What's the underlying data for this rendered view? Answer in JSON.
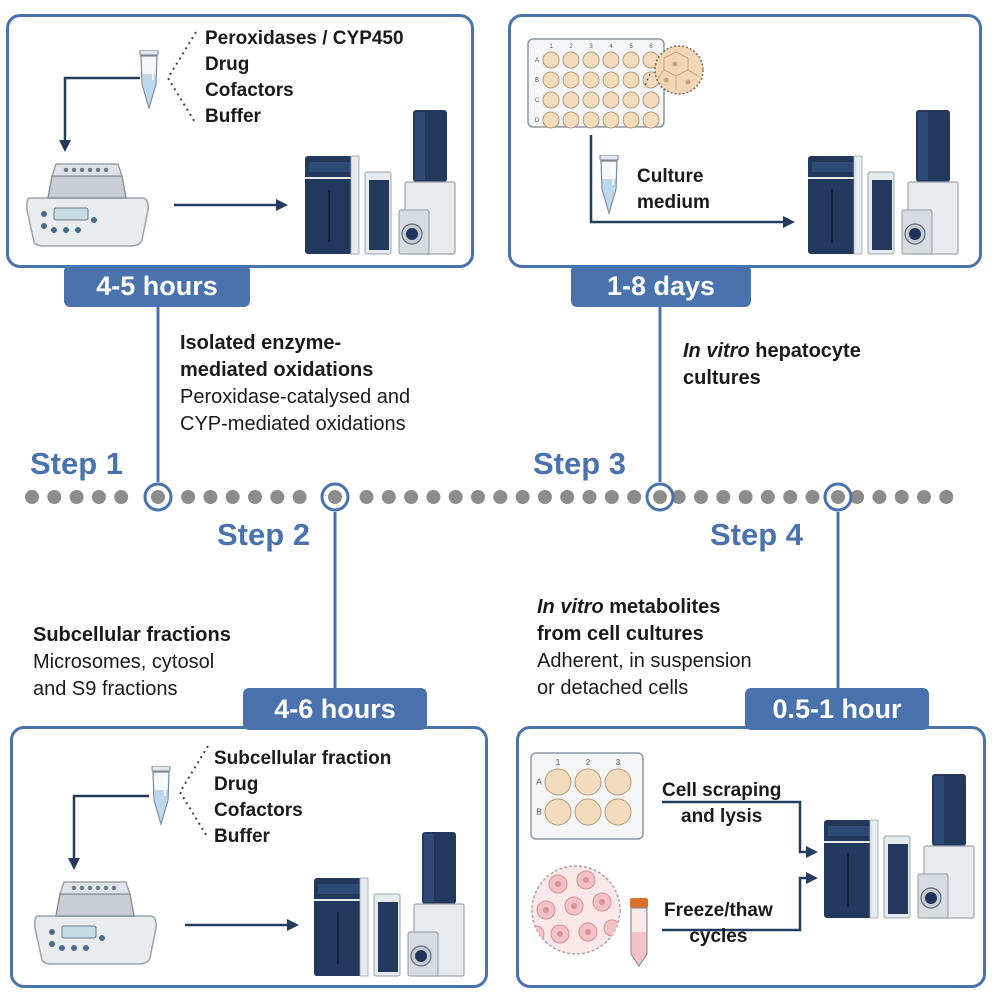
{
  "step1": {
    "label": "Step 1",
    "duration": "4-5 hours",
    "title_line1": "Isolated enzyme-",
    "title_line2": "mediated oxidations",
    "desc_line1": "Peroxidase-catalysed and",
    "desc_line2": "CYP-mediated oxidations",
    "reagents": [
      "Peroxidases / CYP450",
      "Drug",
      "Cofactors",
      "Buffer"
    ]
  },
  "step2": {
    "label": "Step 2",
    "duration": "4-6 hours",
    "title": "Subcellular fractions",
    "desc_line1": "Microsomes, cytosol",
    "desc_line2": "and S9 fractions",
    "reagents": [
      "Subcellular fraction",
      "Drug",
      "Cofactors",
      "Buffer"
    ]
  },
  "step3": {
    "label": "Step 3",
    "duration": "1-8 days",
    "title_italic": "In vitro",
    "title_rest": " hepatocyte",
    "title_line2": "cultures",
    "medium_line1": "Culture",
    "medium_line2": "medium",
    "plate_cols": [
      "1",
      "2",
      "3",
      "4",
      "5",
      "6"
    ],
    "plate_rows": [
      "A",
      "B",
      "C",
      "D"
    ]
  },
  "step4": {
    "label": "Step 4",
    "duration": "0.5-1 hour",
    "title_italic": "In vitro",
    "title_rest": " metabolites",
    "title_line2": "from cell cultures",
    "desc_line1": "Adherent, in suspension",
    "desc_line2": "or detached cells",
    "method1_line1": "Cell scraping",
    "method1_line2": "and lysis",
    "method2_line1": "Freeze/thaw",
    "method2_line2": "cycles",
    "plate_cols": [
      "1",
      "2",
      "3"
    ],
    "plate_rows": [
      "A",
      "B"
    ]
  },
  "colors": {
    "accent": "#4a72ad",
    "dots": "#8c8c8c",
    "instrument": "#1f3457",
    "well": "#f3dcbd"
  }
}
